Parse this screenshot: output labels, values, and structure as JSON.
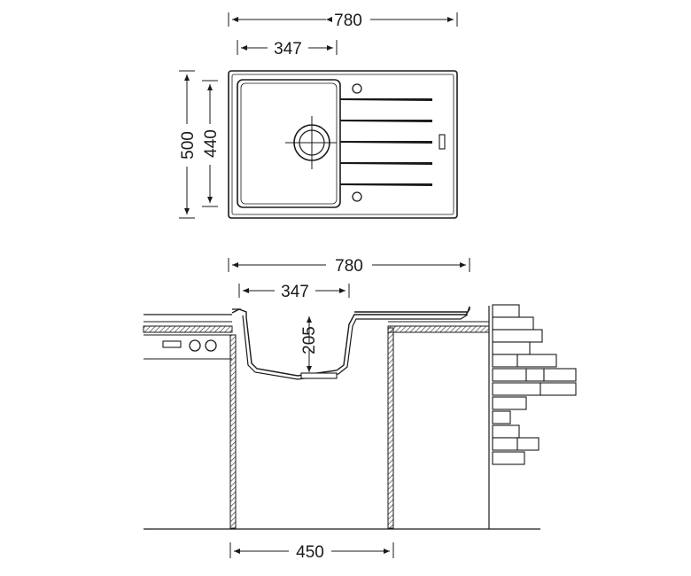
{
  "top_view": {
    "width_label": "780",
    "bowl_width_label": "347",
    "height_label": "500",
    "bowl_height_label": "440"
  },
  "side_view": {
    "width_label": "780",
    "bowl_width_label": "347",
    "depth_label": "205",
    "cabinet_label": "450"
  },
  "colors": {
    "line": "#1a1a1a",
    "hatch": "#333333",
    "background": "#ffffff"
  }
}
